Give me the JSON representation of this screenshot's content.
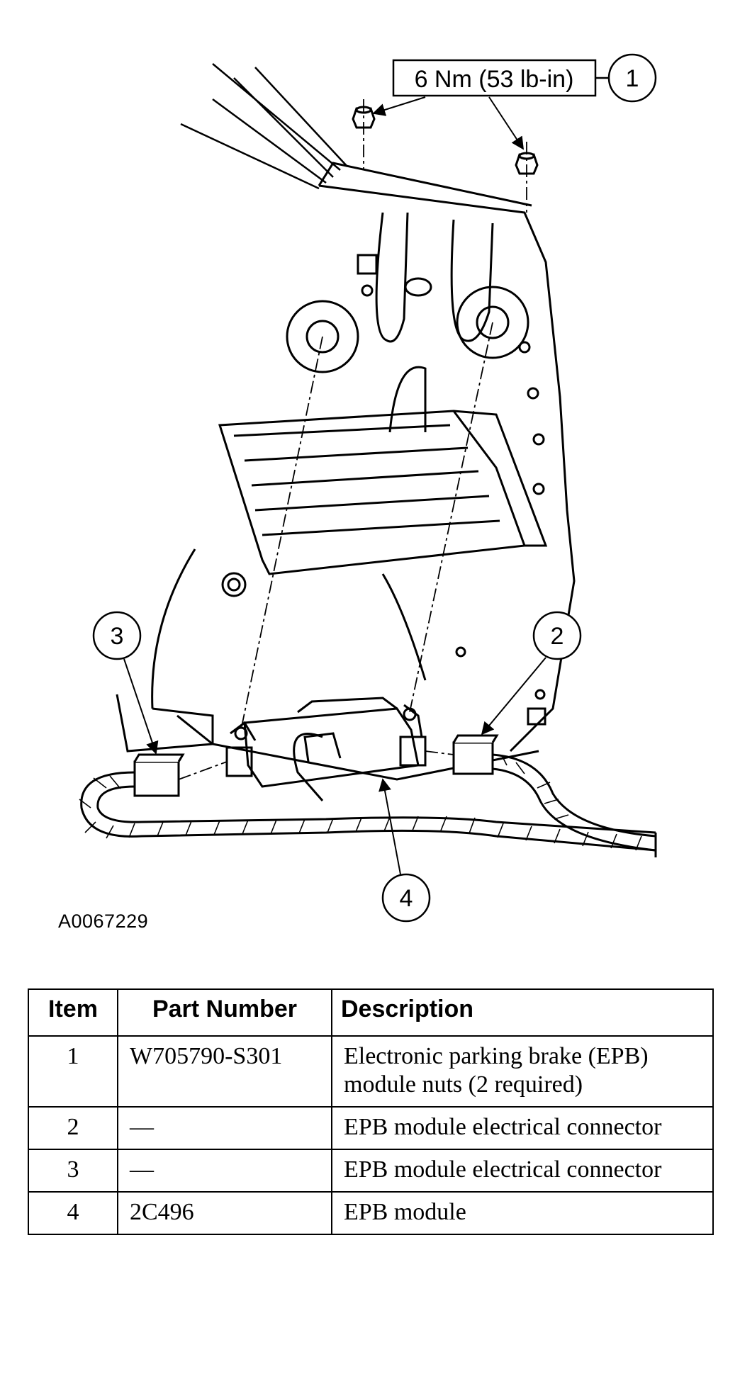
{
  "figure": {
    "torque_spec": "6 Nm (53 lb-in)",
    "figure_id": "A0067229",
    "callouts": [
      "1",
      "2",
      "3",
      "4"
    ]
  },
  "table": {
    "headers": {
      "item": "Item",
      "part_number": "Part Number",
      "description": "Description"
    },
    "rows": [
      {
        "item": "1",
        "part_number": "W705790-S301",
        "description": "Electronic parking brake (EPB) module nuts (2 required)"
      },
      {
        "item": "2",
        "part_number": "—",
        "description": "EPB module electrical connector"
      },
      {
        "item": "3",
        "part_number": "—",
        "description": "EPB module electrical connector"
      },
      {
        "item": "4",
        "part_number": "2C496",
        "description": "EPB module"
      }
    ]
  }
}
